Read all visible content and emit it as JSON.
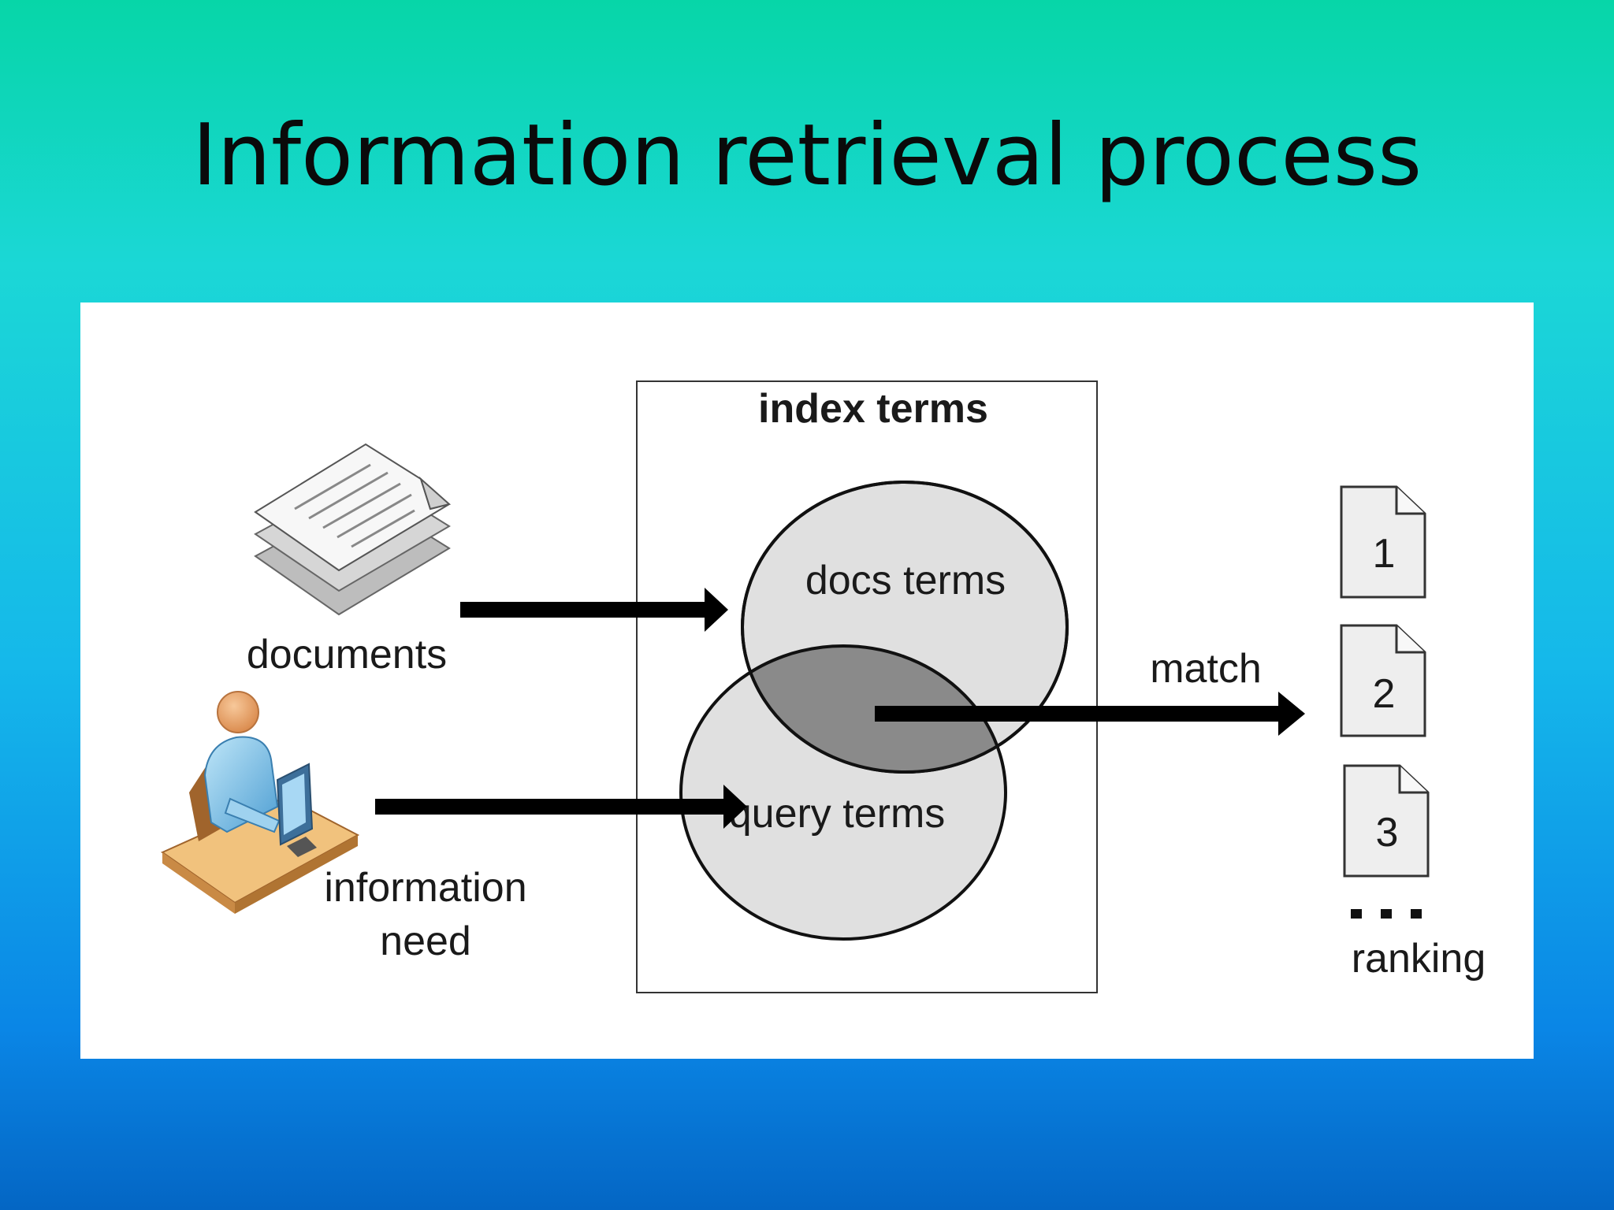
{
  "title": "Information retrieval process",
  "diagram": {
    "box_title": "index terms",
    "docs_terms": "docs terms",
    "query_terms": "query terms",
    "documents": "documents",
    "information": "information",
    "need": "need",
    "match": "match",
    "ranking": "ranking",
    "rank_1": "1",
    "rank_2": "2",
    "rank_3": "3"
  },
  "colors": {
    "circle_fill": "#e0e0e0",
    "overlap_fill": "#8a8a8a",
    "arrow": "#000000"
  },
  "icons": [
    "document-stack-icon",
    "user-at-computer-icon",
    "ranked-document-icon"
  ]
}
